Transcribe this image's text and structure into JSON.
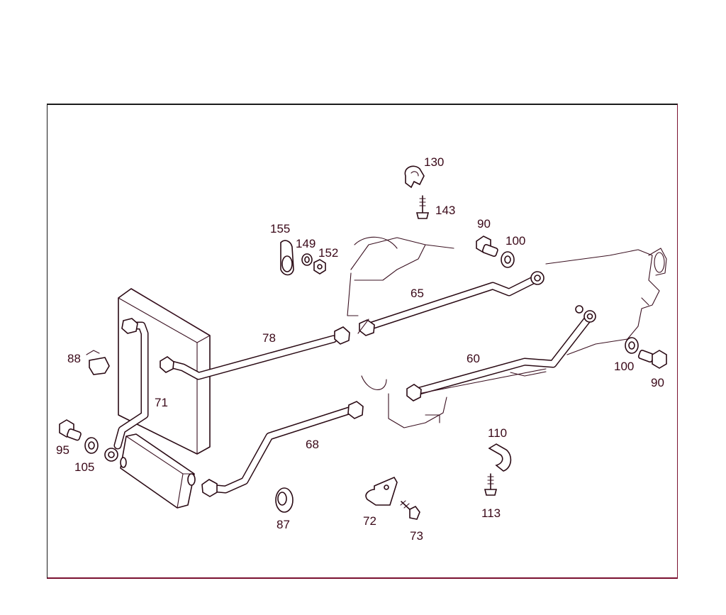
{
  "callouts": {
    "c130": "130",
    "c143": "143",
    "c155": "155",
    "c149": "149",
    "c152": "152",
    "c90_top": "90",
    "c100_top": "100",
    "c65": "65",
    "c78": "78",
    "c88": "88",
    "c71": "71",
    "c60": "60",
    "c100_right": "100",
    "c90_right": "90",
    "c95": "95",
    "c105": "105",
    "c68": "68",
    "c110": "110",
    "c113": "113",
    "c87": "87",
    "c72": "72",
    "c73": "73"
  },
  "colors": {
    "line": "#2a0a14",
    "label": "#3a0818",
    "frame_accent": "#7a1030"
  }
}
